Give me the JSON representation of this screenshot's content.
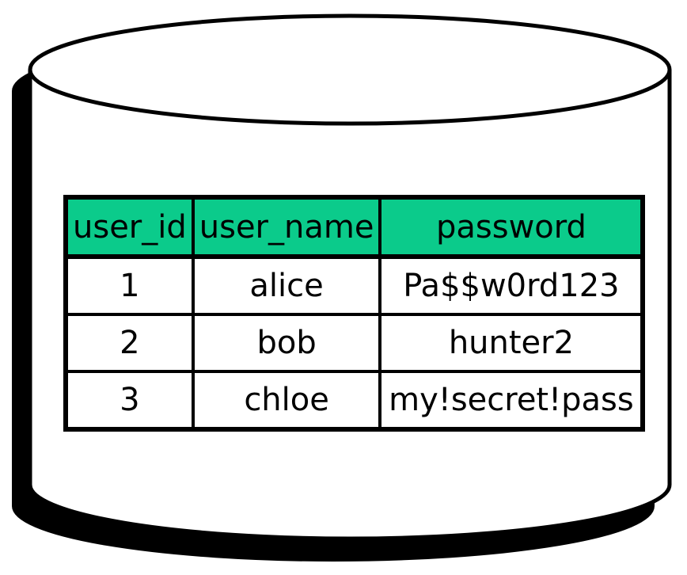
{
  "diagram": {
    "shape": "database-cylinder",
    "colors": {
      "outline": "#000000",
      "body_fill": "#ffffff",
      "shadow": "#000000"
    }
  },
  "table": {
    "header_bg": "#0bcb8b",
    "header_text_color": "#000000",
    "columns": [
      "user_id",
      "user_name",
      "password"
    ],
    "rows": [
      [
        "1",
        "alice",
        "Pa$$w0rd123"
      ],
      [
        "2",
        "bob",
        "hunter2"
      ],
      [
        "3",
        "chloe",
        "my!secret!pass"
      ]
    ]
  }
}
